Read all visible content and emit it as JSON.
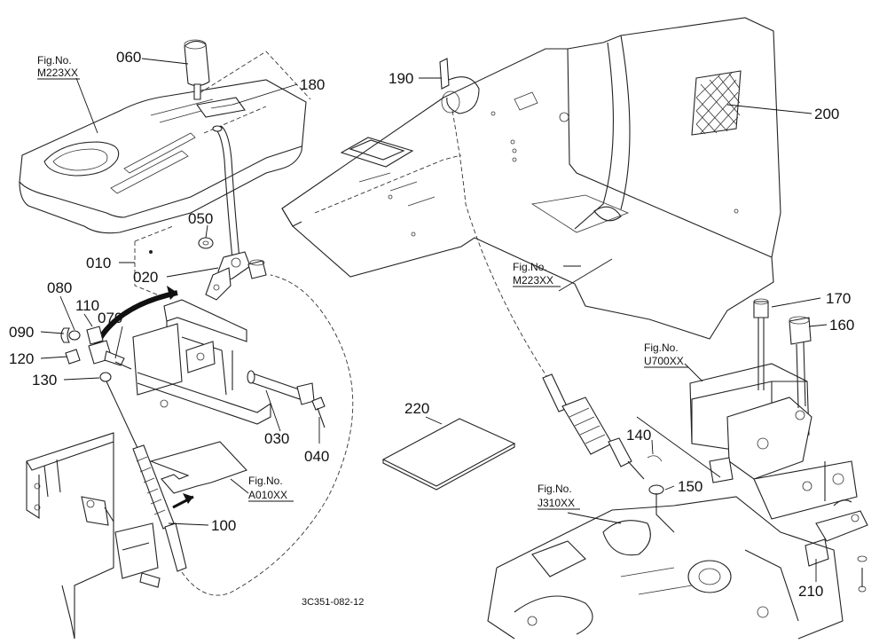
{
  "parts": {
    "p060": "060",
    "p180": "180",
    "p190": "190",
    "p200": "200",
    "p050": "050",
    "p010": "010",
    "p020": "020",
    "p080": "080",
    "p110": "110",
    "p090": "090",
    "p070": "070",
    "p120": "120",
    "p130": "130",
    "p030": "030",
    "p040": "040",
    "p220": "220",
    "p170": "170",
    "p160": "160",
    "p140": "140",
    "p150": "150",
    "p100": "100",
    "p210": "210"
  },
  "figrefs": {
    "fig_label": "Fig.No.",
    "m223_left": "M223XX",
    "m223_right": "M223XX",
    "u700": "U700XX",
    "a010": "A010XX",
    "j310": "J310XX"
  },
  "drawing_code": "3C351-082-12"
}
